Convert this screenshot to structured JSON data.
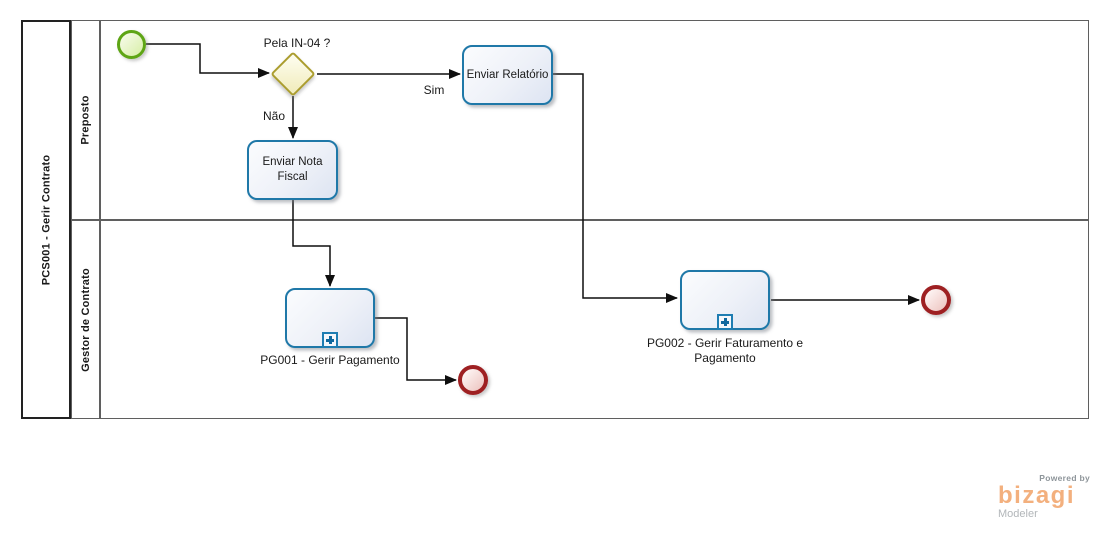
{
  "diagram": {
    "pool": {
      "title": "PCS001 - Gerir Contrato"
    },
    "lanes": [
      {
        "label": "Preposto"
      },
      {
        "label": "Gestor de Contrato"
      }
    ],
    "nodes": {
      "start_event": {
        "type": "start-event"
      },
      "gateway": {
        "label": "Pela IN-04 ?"
      },
      "task_enviar_relatorio": {
        "label": "Enviar Relatório"
      },
      "task_enviar_nota_fiscal": {
        "label": "Enviar Nota Fiscal"
      },
      "subprocess_pg001": {
        "label": "PG001 - Gerir Pagamento"
      },
      "subprocess_pg002": {
        "label": "PG002 - Gerir Faturamento e Pagamento"
      },
      "end_event_1": {
        "type": "end-event"
      },
      "end_event_2": {
        "type": "end-event"
      }
    },
    "flows": {
      "sim_label": "Sim",
      "nao_label": "Não"
    }
  },
  "branding": {
    "powered_by": "Powered by",
    "logo": "bizagi",
    "product": "Modeler"
  },
  "colors": {
    "task_border": "#1f78a8",
    "start_border": "#5ea515",
    "gateway_border": "#ab9d2e",
    "end_border": "#9e2022",
    "flow_line": "#0f0f0f",
    "logo_orange": "#f3b07e",
    "lane_line": "#5f5f5f"
  }
}
